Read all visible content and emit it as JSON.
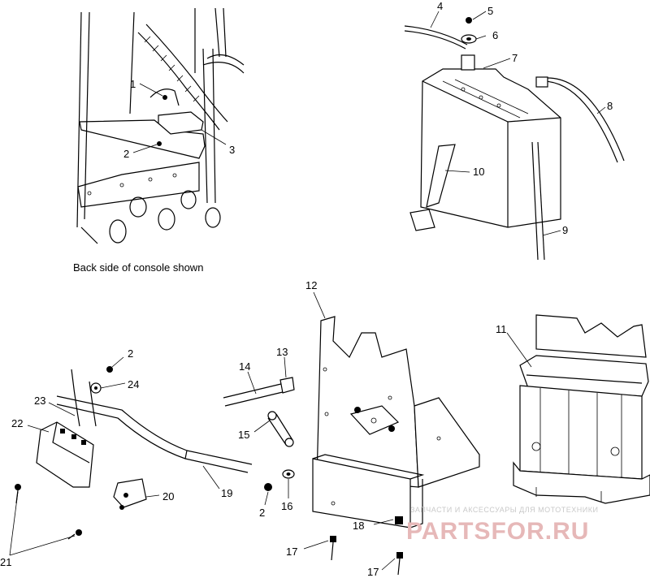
{
  "caption": "Back side of console shown",
  "watermark": {
    "line1": "ЗАПЧАСТИ И АКСЕССУАРЫ ДЛЯ МОТОТЕХНИКИ",
    "line2": "PARTSFOR.RU"
  },
  "labels": {
    "n1": "1",
    "n2a": "2",
    "n3": "3",
    "n4": "4",
    "n5": "5",
    "n6": "6",
    "n7": "7",
    "n8": "8",
    "n9": "9",
    "n10": "10",
    "n11": "11",
    "n12": "12",
    "n13": "13",
    "n14": "14",
    "n15": "15",
    "n16": "16",
    "n17a": "17",
    "n17b": "17",
    "n18": "18",
    "n19": "19",
    "n20": "20",
    "n21": "21",
    "n22": "22",
    "n23": "23",
    "n24": "24",
    "n2b": "2",
    "n2c": "2"
  }
}
